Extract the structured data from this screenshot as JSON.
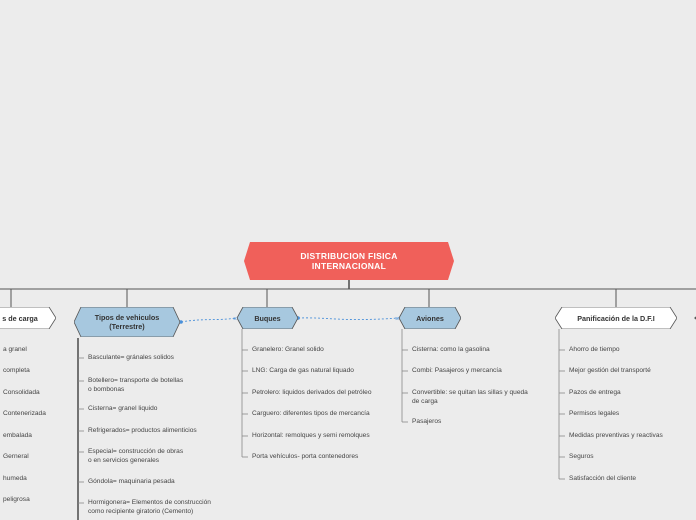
{
  "colors": {
    "background": "#ececec",
    "root_fill": "#f0605a",
    "blue_fill": "#a7c8df",
    "white_fill": "#ffffff",
    "line": "#555555",
    "dashed_link": "#4a90d9"
  },
  "root": {
    "title": "DISTRIBUCION FISICA\nINTERNACIONAL"
  },
  "categories": {
    "carga": {
      "label": "s de carga",
      "items": [
        "a granel",
        "completa",
        "Consolidada",
        "Contenerizada",
        "embalada",
        "Gerneral",
        "humeda",
        "peligrosa"
      ]
    },
    "vehiculos": {
      "label": "Tipos de vehiculos\n(Terrestre)",
      "items": [
        "Basculante= gránales solidos",
        "Botellero= transporte de botellas\no bombonas",
        "Cisterna= granel liquido",
        "Refrigerados= productos alimenticios",
        "Especial= construcción de obras\no en servicios generales",
        "Góndola= maquinaria pesada",
        "Hormigonera= Elementos de construcción\ncomo recipiente giratorio (Cemento)"
      ]
    },
    "buques": {
      "label": "Buques",
      "items": [
        "Granelero: Granel solido",
        "LNG: Carga de gas natural liquado",
        "Petrolero: liquidos derivados del petróleo",
        "Carguero: diferentes tipos de mercancía",
        "Horizontal: remolques y semi remolques",
        "Porta vehículos- porta contenedores"
      ]
    },
    "aviones": {
      "label": "Aviones",
      "items": [
        "Cisterna: como la gasolina",
        "Combi: Pasajeros y mercancía",
        "Convertible: se quitan las sillas y queda\nde carga",
        "Pasajeros"
      ]
    },
    "planificacion": {
      "label": "Panificación de la D.F.I",
      "items": [
        "Ahorro de tiempo",
        "Mejor gestión del transporté",
        "Pazos de entrega",
        "Permisos legales",
        "Medidas preventivas y reactivas",
        "Seguros",
        "Satisfacción del cliente"
      ]
    }
  }
}
